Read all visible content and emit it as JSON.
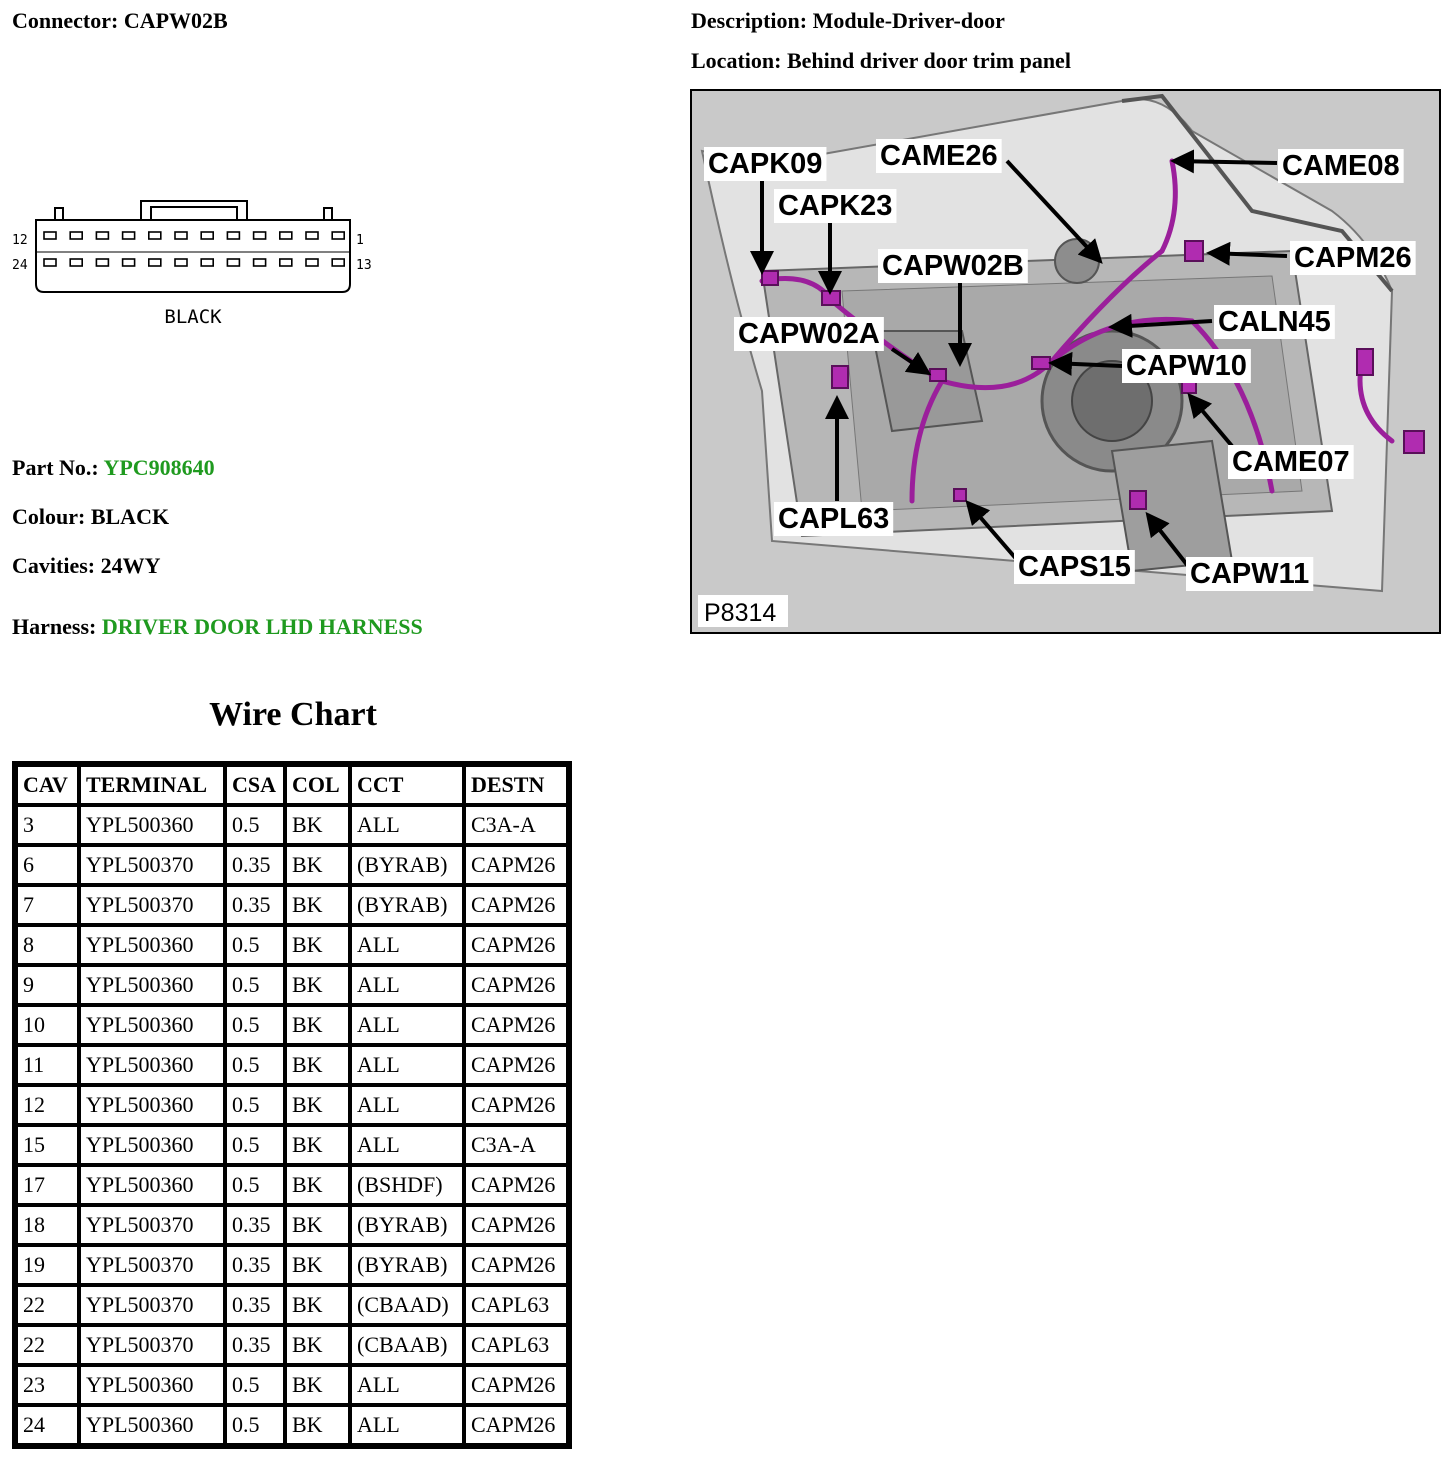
{
  "header": {
    "connector_label": "Connector:",
    "connector_value": "CAPW02B",
    "description_label": "Description:",
    "description_value": "Module-Driver-door",
    "location_label": "Location:",
    "location_value": "Behind driver door trim panel"
  },
  "connector_diagram": {
    "pin_left_top": "12",
    "pin_left_bottom": "24",
    "pin_right_top": "1",
    "pin_right_bottom": "13",
    "color_label": "BLACK"
  },
  "details": {
    "part_no_label": "Part No.:",
    "part_no_value": "YPC908640",
    "colour_label": "Colour:",
    "colour_value": "BLACK",
    "cavities_label": "Cavities:",
    "cavities_value": "24WY",
    "harness_label": "Harness:",
    "harness_value": "DRIVER DOOR LHD HARNESS"
  },
  "photo": {
    "reference": "P8314",
    "callouts": {
      "capk09": "CAPK09",
      "came26": "CAME26",
      "came08": "CAME08",
      "capk23": "CAPK23",
      "capm26": "CAPM26",
      "capw02b": "CAPW02B",
      "caln45": "CALN45",
      "capw02a": "CAPW02A",
      "capw10": "CAPW10",
      "came07": "CAME07",
      "capl63": "CAPL63",
      "caps15": "CAPS15",
      "capw11": "CAPW11"
    }
  },
  "wire_chart": {
    "title": "Wire Chart",
    "headers": [
      "CAV",
      "TERMINAL",
      "CSA",
      "COL",
      "CCT",
      "DESTN"
    ],
    "rows": [
      [
        "3",
        "YPL500360",
        "0.5",
        "BK",
        "ALL",
        "C3A-A"
      ],
      [
        "6",
        "YPL500370",
        "0.35",
        "BK",
        "(BYRAB)",
        "CAPM26"
      ],
      [
        "7",
        "YPL500370",
        "0.35",
        "BK",
        "(BYRAB)",
        "CAPM26"
      ],
      [
        "8",
        "YPL500360",
        "0.5",
        "BK",
        "ALL",
        "CAPM26"
      ],
      [
        "9",
        "YPL500360",
        "0.5",
        "BK",
        "ALL",
        "CAPM26"
      ],
      [
        "10",
        "YPL500360",
        "0.5",
        "BK",
        "ALL",
        "CAPM26"
      ],
      [
        "11",
        "YPL500360",
        "0.5",
        "BK",
        "ALL",
        "CAPM26"
      ],
      [
        "12",
        "YPL500360",
        "0.5",
        "BK",
        "ALL",
        "CAPM26"
      ],
      [
        "15",
        "YPL500360",
        "0.5",
        "BK",
        "ALL",
        "C3A-A"
      ],
      [
        "17",
        "YPL500360",
        "0.5",
        "BK",
        "(BSHDF)",
        "CAPM26"
      ],
      [
        "18",
        "YPL500370",
        "0.35",
        "BK",
        "(BYRAB)",
        "CAPM26"
      ],
      [
        "19",
        "YPL500370",
        "0.35",
        "BK",
        "(BYRAB)",
        "CAPM26"
      ],
      [
        "22",
        "YPL500370",
        "0.35",
        "BK",
        "(CBAAD)",
        "CAPL63"
      ],
      [
        "22",
        "YPL500370",
        "0.35",
        "BK",
        "(CBAAB)",
        "CAPL63"
      ],
      [
        "23",
        "YPL500360",
        "0.5",
        "BK",
        "ALL",
        "CAPM26"
      ],
      [
        "24",
        "YPL500360",
        "0.5",
        "BK",
        "ALL",
        "CAPM26"
      ]
    ]
  },
  "colors": {
    "highlight_green": "#1f9a1f",
    "harness_purple": "#9b1f9b"
  }
}
